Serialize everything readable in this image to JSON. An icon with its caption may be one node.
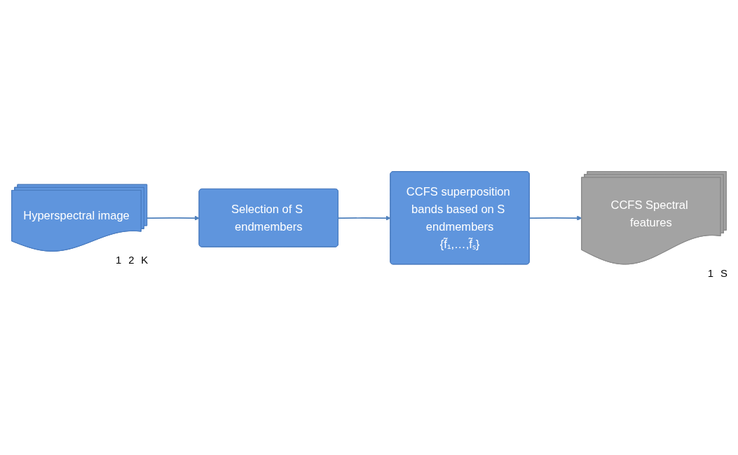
{
  "diagram": {
    "nodes": [
      {
        "text": [
          "Hyperspectral image"
        ],
        "beside": [
          "K",
          "2",
          "1"
        ]
      },
      {
        "text": [
          "Selection of S endmembers"
        ]
      },
      {
        "text": [
          "CCFS superposition bands based on S endmembers",
          "{f̃₁,…,f̃ₛ}"
        ]
      },
      {
        "text": [
          "CCFS Spectral features"
        ],
        "beside": [
          "S",
          "1"
        ]
      }
    ],
    "edges": [
      {
        "from": 0,
        "to": 1,
        "arrow": "to"
      },
      {
        "from": 1,
        "to": 2,
        "arrow": "to"
      },
      {
        "from": 2,
        "to": 3,
        "arrow": "to"
      }
    ]
  }
}
